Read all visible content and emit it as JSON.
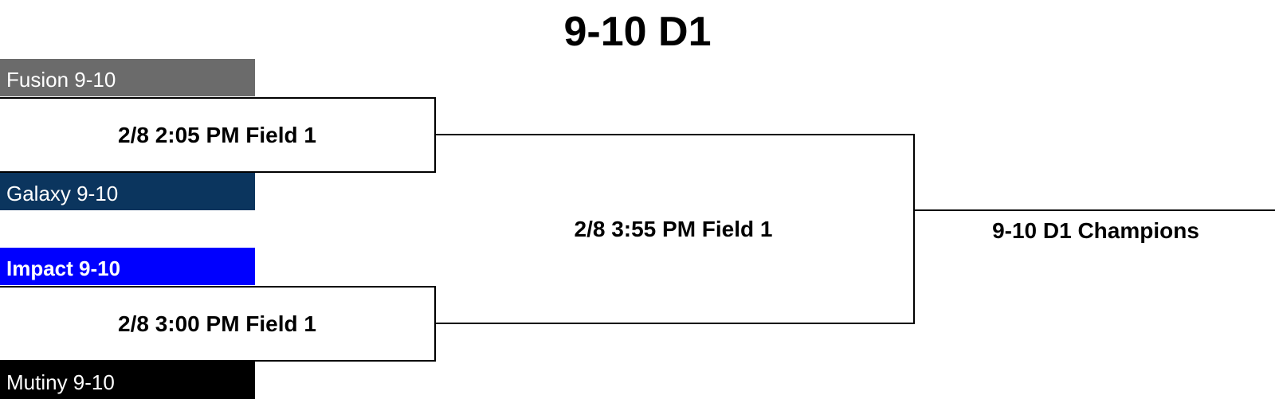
{
  "title": "9-10 D1",
  "teams": [
    {
      "name": "Fusion 9-10",
      "color": "#6b6b6b"
    },
    {
      "name": "Galaxy 9-10",
      "color": "#0b355e"
    },
    {
      "name": "Impact 9-10",
      "color": "#0000ff"
    },
    {
      "name": "Mutiny 9-10",
      "color": "#000000"
    }
  ],
  "games": [
    {
      "label": "2/8 2:05 PM Field 1"
    },
    {
      "label": "2/8 3:00 PM Field 1"
    }
  ],
  "final": {
    "label": "2/8 3:55 PM Field 1"
  },
  "champion": {
    "label": "9-10 D1 Champions"
  }
}
